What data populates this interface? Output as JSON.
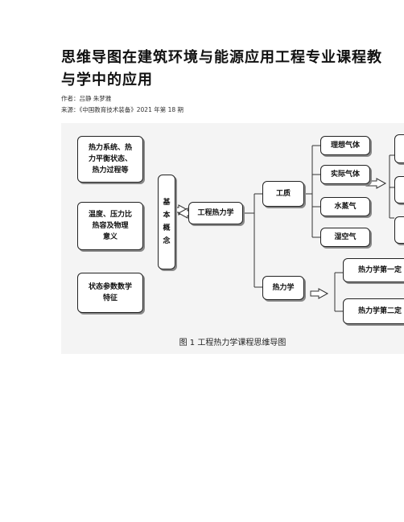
{
  "article": {
    "title": "思维导图在建筑环境与能源应用工程专业课程教与学中的应用",
    "author_line": "作者：吕静  朱梦雅",
    "source_line": "来源：《中国教育技术装备》2021 年第 18 期"
  },
  "figure": {
    "left_boxes": [
      "热力系统、热\n力平衡状态、\n热力过程等",
      "温度、压力比\n热容及物理\n意义",
      "状态参数数学\n特征"
    ],
    "basic_concept": "基\n本\n概\n念",
    "root": "工程热力学",
    "branches": [
      "工质",
      "热力学"
    ],
    "gas_items": [
      "理想气体",
      "实际气体",
      "水蒸气",
      "湿空气"
    ],
    "law_items": [
      "热力学第一定",
      "热力学第二定"
    ],
    "caption": "图 1    工程热力学课程思维导图"
  }
}
